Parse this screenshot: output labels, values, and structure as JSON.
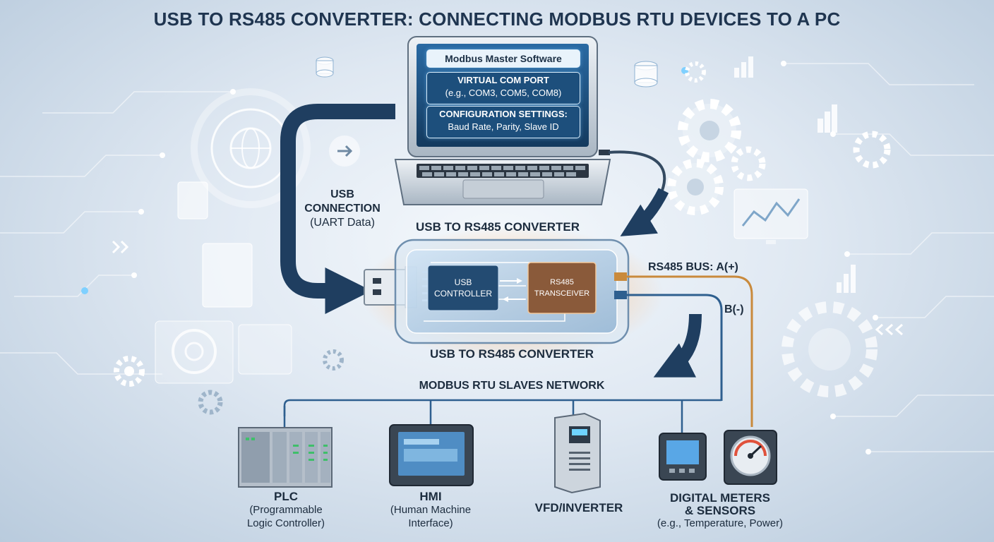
{
  "title": "USB TO RS485 CONVERTER: CONNECTING MODBUS RTU DEVICES TO A PC",
  "laptop": {
    "software": "Modbus Master Software",
    "vcom_title": "VIRTUAL COM PORT",
    "vcom_detail": "(e.g., COM3, COM5, COM8)",
    "config_title": "CONFIGURATION SETTINGS:",
    "config_detail": "Baud Rate, Parity, Slave ID"
  },
  "usb_connection": {
    "line1": "USB",
    "line2": "CONNECTION",
    "line3": "(UART Data)"
  },
  "converter": {
    "label_top": "USB TO RS485 CONVERTER",
    "label_bottom": "USB TO RS485 CONVERTER",
    "usb_chip_line1": "USB",
    "usb_chip_line2": "CONTROLLER",
    "rs485_chip_line1": "RS485",
    "rs485_chip_line2": "TRANSCEIVER"
  },
  "bus": {
    "a_label": "RS485 BUS: A(+)",
    "b_label": "B(-)"
  },
  "network_label": "MODBUS RTU SLAVES NETWORK",
  "devices": [
    {
      "name": "PLC",
      "detail1": "(Programmable",
      "detail2": "Logic Controller)"
    },
    {
      "name": "HMI",
      "detail1": "(Human Machine",
      "detail2": "Interface)"
    },
    {
      "name": "VFD/INVERTER"
    },
    {
      "name": "DIGITAL METERS",
      "name2": "& SENSORS",
      "detail1": "(e.g., Temperature, Power)"
    }
  ],
  "colors": {
    "arrow": "#1f3e60",
    "wire_a": "#c98a3c",
    "wire_b": "#2e5f8f",
    "glow": "#ffb066"
  }
}
